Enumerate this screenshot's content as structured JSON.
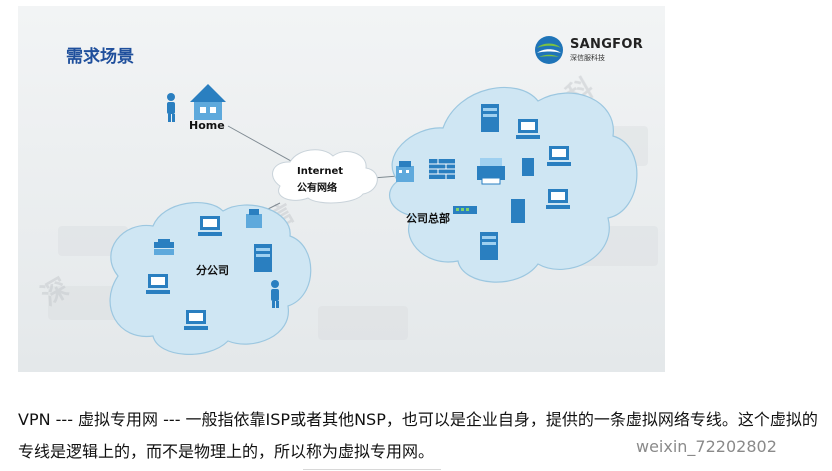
{
  "slide": {
    "title": "需求场景",
    "logo": {
      "name": "SANGFOR",
      "subtitle": "深信服科技"
    },
    "labels": {
      "home": "Home",
      "internet_line1": "Internet",
      "internet_line2": "公有网络",
      "headquarters": "公司总部",
      "branch": "分公司"
    },
    "watermark_chars": "深信服科技"
  },
  "body": {
    "paragraph": "VPN --- 虚拟专用网 --- 一般指依靠ISP或者其他NSP，也可以是企业自身，提供的一条虚拟网络专线。这个虚拟的专线是逻辑上的，而不是物理上的，所以称为虚拟专用网。"
  },
  "watermark": "weixin_72202802",
  "colors": {
    "title_blue": "#1f4f9c",
    "cloud_fill": "#cfe6f3",
    "cloud_stroke": "#9cc7e0",
    "slide_bg": "#eef1f2"
  }
}
